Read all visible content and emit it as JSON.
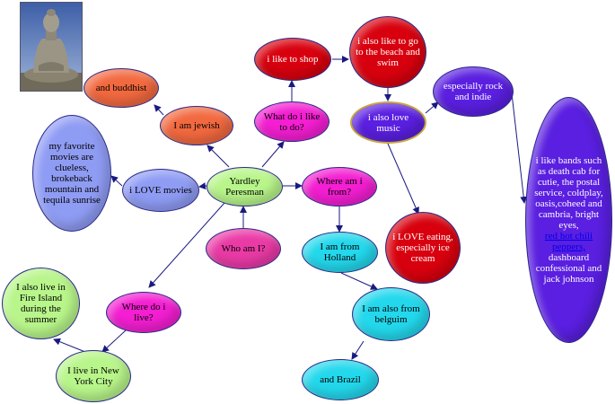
{
  "photo": {
    "description_icon": "buddha-statue-icon"
  },
  "nodes": {
    "center": "Yardley Peresman",
    "who": "Who am I?",
    "jewish": "I am jewish",
    "buddhist": "and buddhist",
    "love_movies": "i LOVE movies",
    "movies_list": "my favorite movies are clueless, brokeback mountain and tequila sunrise",
    "what_like": "What do i like to do?",
    "shop": "i like to shop",
    "beach": "i also like to go to the beach and swim",
    "music": "i also love music",
    "rock": "especially rock and indie",
    "bands_before": "i like bands such as death cab for cutie, the postal service, coldplay, oasis,coheed and cambria, bright eyes,",
    "bands_link": "red hot chili peppers,",
    "bands_after": "dashboard confessional and jack johnson",
    "eating": "i LOVE eating, especially ice cream",
    "where_from": "Where am i from?",
    "holland": "I am from Holland",
    "belguim": "I am also from belguim",
    "brazil": "and Brazil",
    "where_live": "Where do i live?",
    "new_york": "I live in New York City",
    "fire_island": "I also live in Fire Island during the summer"
  },
  "colors": {
    "edge": "#1a1a80",
    "green": "#b8f58a",
    "orange": "#f2693f",
    "magenta": "#f41ed2",
    "red": "#d8000e",
    "purple": "#5a1fe0",
    "pink": "#ea3aa6",
    "cyan": "#23d8ec",
    "blue": "#8f9cf4"
  }
}
